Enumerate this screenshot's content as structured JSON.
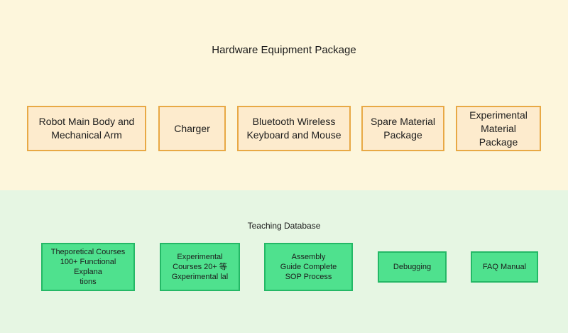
{
  "hardware": {
    "title": "Hardware Equipment Package",
    "items": [
      {
        "label": "Robot Main Body and\nMechanical Arm"
      },
      {
        "label": "Charger"
      },
      {
        "label": "Bluetooth Wireless\nKeyboard and Mouse"
      },
      {
        "label": "Spare Material\nPackage"
      },
      {
        "label": "Experimental\nMaterial Package"
      }
    ]
  },
  "teaching": {
    "title": "Teaching Database",
    "items": [
      {
        "label": "Theporetical Courses\n100+ Functional Explana\ntions"
      },
      {
        "label": "Experimental\nCourses 20+ 等\nGxperimental lal"
      },
      {
        "label": "Assembly\nGuide Complete\nSOP Process"
      },
      {
        "label": "Debugging"
      },
      {
        "label": "FAQ Manual"
      }
    ]
  }
}
